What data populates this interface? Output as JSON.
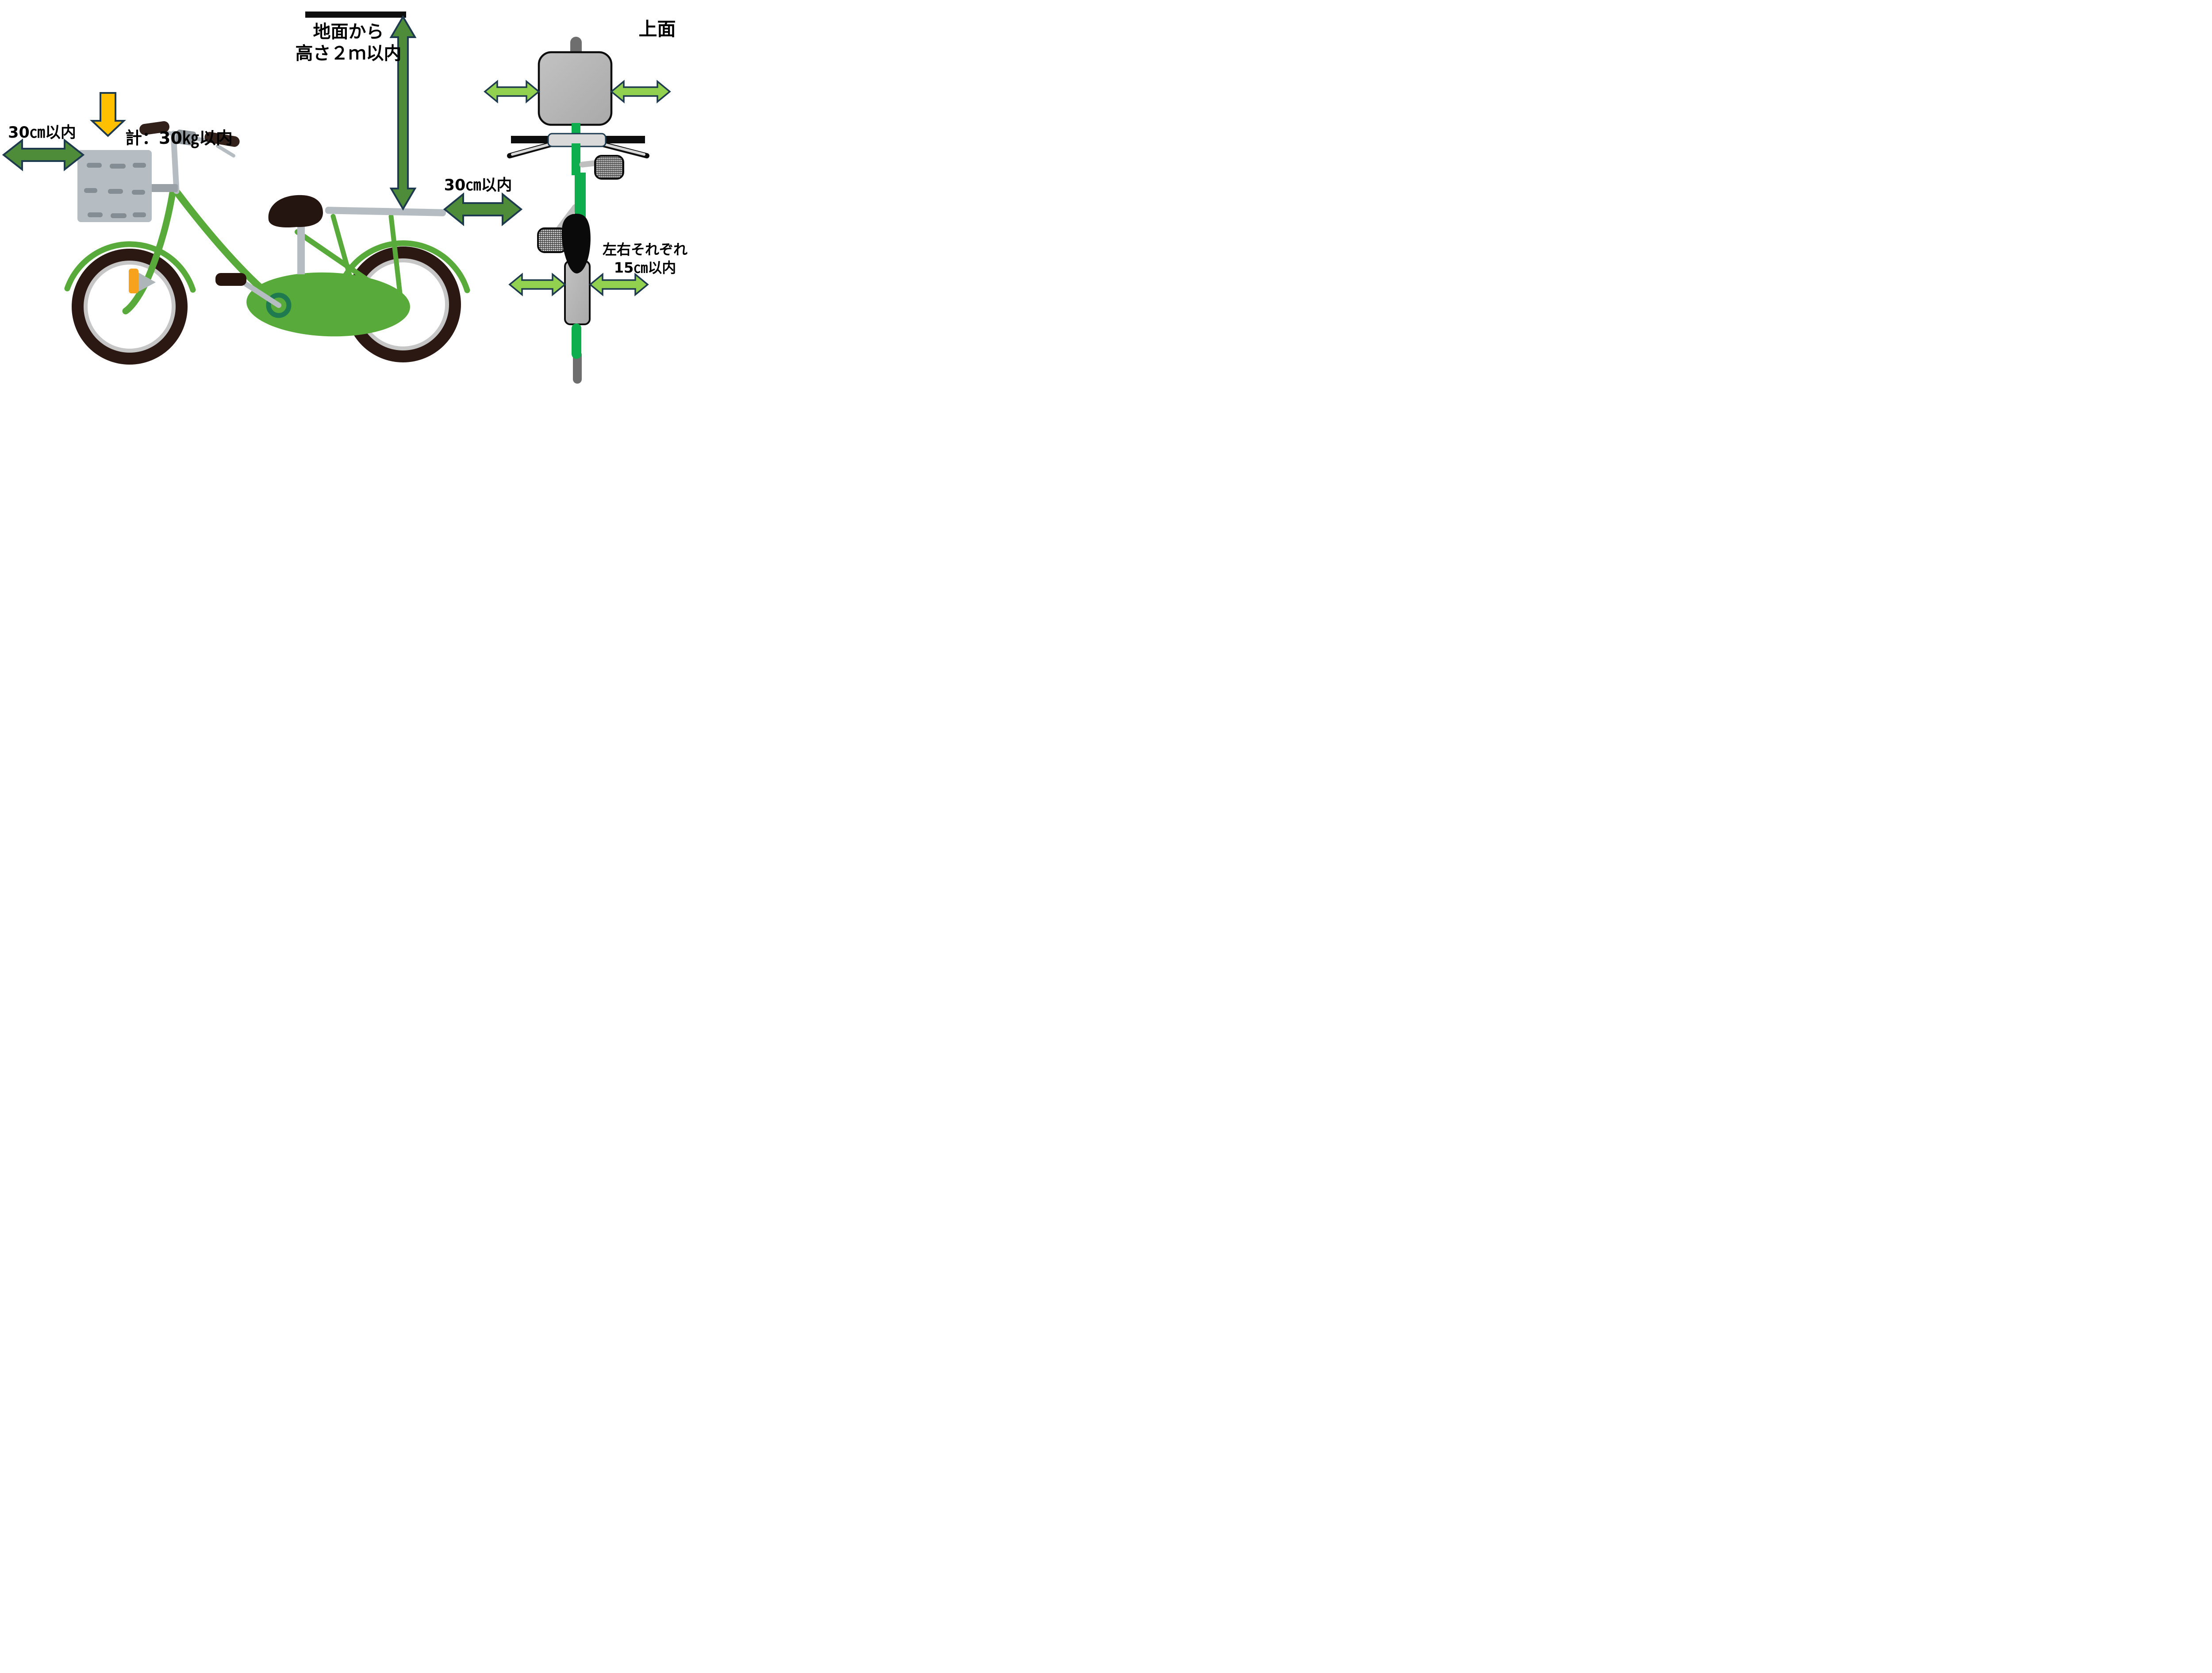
{
  "side_view": {
    "weight_label": "計：30㎏以内",
    "height_label_line1": "地面から",
    "height_label_line2": "高さ２ｍ以内",
    "front_width_label": "30㎝以内",
    "rear_width_label": "30㎝以内"
  },
  "top_view": {
    "title": "上面",
    "side_limit_label_line1": "左右それぞれ",
    "side_limit_label_line2": "15㎝以内"
  },
  "icons": {
    "weight_arrow": "down-arrow",
    "height_arrow": "vertical-double-arrow",
    "front_width_arrow": "horizontal-double-arrow",
    "rear_width_arrow": "horizontal-double-arrow",
    "basket_side_arrows": "horizontal-double-arrow",
    "rack_side_arrows": "horizontal-double-arrow"
  },
  "colors": {
    "dark_green": "#4E8C3A",
    "light_green": "#92D050",
    "orange": "#FFC000",
    "outline_navy": "#1D3A4E",
    "bike_green": "#58AB3A",
    "top_view_green": "#0EAE4E",
    "ceiling_black": "#0D0D0D"
  }
}
